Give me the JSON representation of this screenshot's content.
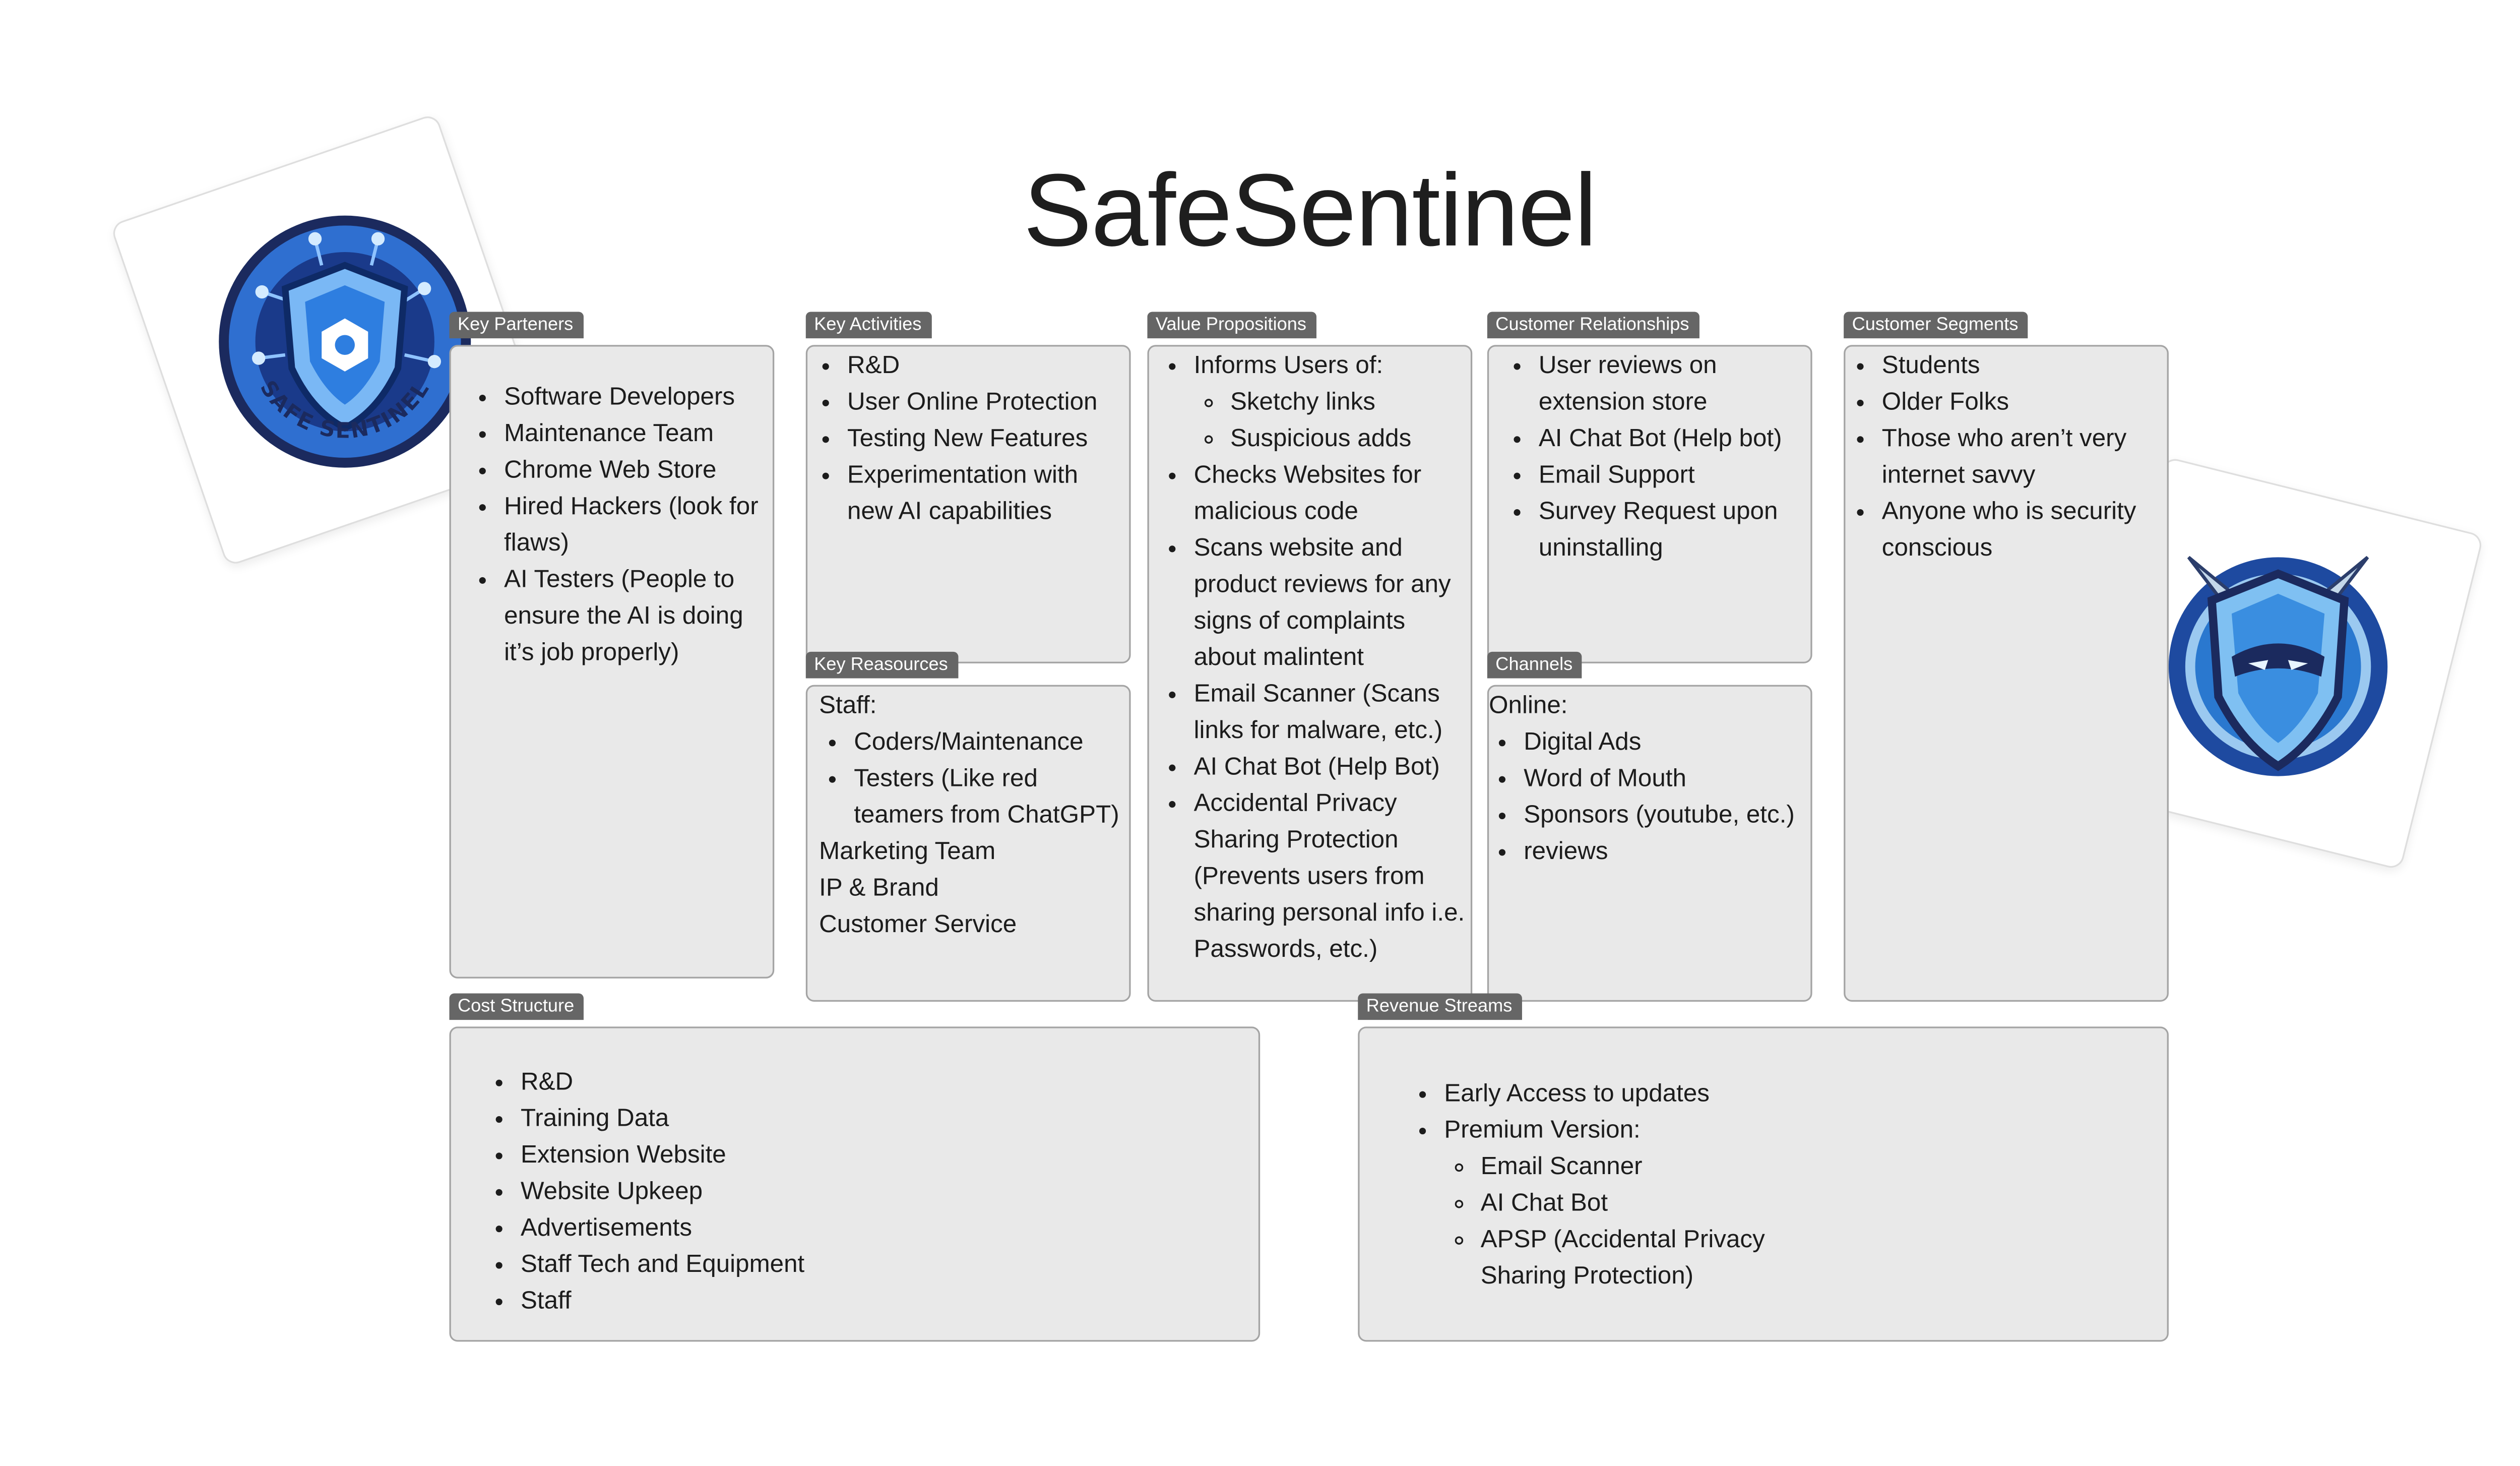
{
  "title": "SafeSentinel",
  "logo_left": {
    "text": "SAFE SENTINEL"
  },
  "colors": {
    "box_bg": "#e9e9e9",
    "tag_bg": "#666666",
    "logo_blue": "#1f6fd6",
    "logo_navy": "#1b2a5e"
  },
  "key_partners": {
    "tag": "Key Parteners",
    "items": [
      "Software Developers",
      "Maintenance Team",
      "Chrome Web Store",
      "Hired Hackers (look for flaws)",
      "AI Testers (People to ensure the AI is doing it’s job properly)"
    ]
  },
  "key_activities": {
    "tag": "Key Activities",
    "items": [
      "R&D",
      "User Online Protection",
      "Testing New Features",
      "Experimentation with new AI capabilities"
    ]
  },
  "key_resources": {
    "tag": "Key Reasources",
    "staff_label": "Staff:",
    "staff_items": [
      "Coders/Maintenance",
      "Testers (Like red teamers from ChatGPT)"
    ],
    "others": [
      "Marketing Team",
      "IP & Brand",
      "Customer Service"
    ]
  },
  "value_propositions": {
    "tag": "Value Propositions",
    "inform_label": "Informs Users of:",
    "inform_items": [
      "Sketchy links",
      "Suspicious adds"
    ],
    "items": [
      "Checks Websites for malicious code",
      "Scans website and product reviews for any signs of complaints about malintent",
      "Email Scanner (Scans links for malware, etc.)",
      "AI Chat Bot (Help Bot)",
      "Accidental Privacy Sharing Protection (Prevents users from sharing personal info i.e. Passwords, etc.)"
    ]
  },
  "customer_relationships": {
    "tag": "Customer Relationships",
    "items": [
      "User reviews on extension store",
      "AI Chat Bot (Help bot)",
      "Email Support",
      "Survey Request upon uninstalling"
    ]
  },
  "channels": {
    "tag": "Channels",
    "online_label": "Online:",
    "items": [
      "Digital Ads",
      "Word of Mouth",
      "Sponsors (youtube, etc.)",
      "reviews"
    ]
  },
  "customer_segments": {
    "tag": "Customer Segments",
    "items": [
      "Students",
      "Older Folks",
      "Those who aren’t very internet savvy",
      "Anyone who is security conscious"
    ]
  },
  "cost_structure": {
    "tag": "Cost Structure",
    "items": [
      "R&D",
      "Training Data",
      "Extension Website",
      "Website Upkeep",
      "Advertisements",
      "Staff Tech and Equipment",
      "Staff"
    ]
  },
  "revenue_streams": {
    "tag": "Revenue Streams",
    "items": [
      "Early Access to updates"
    ],
    "premium_label": "Premium Version:",
    "premium_items": [
      "Email Scanner",
      "AI Chat Bot",
      "APSP (Accidental Privacy Sharing Protection)"
    ]
  }
}
